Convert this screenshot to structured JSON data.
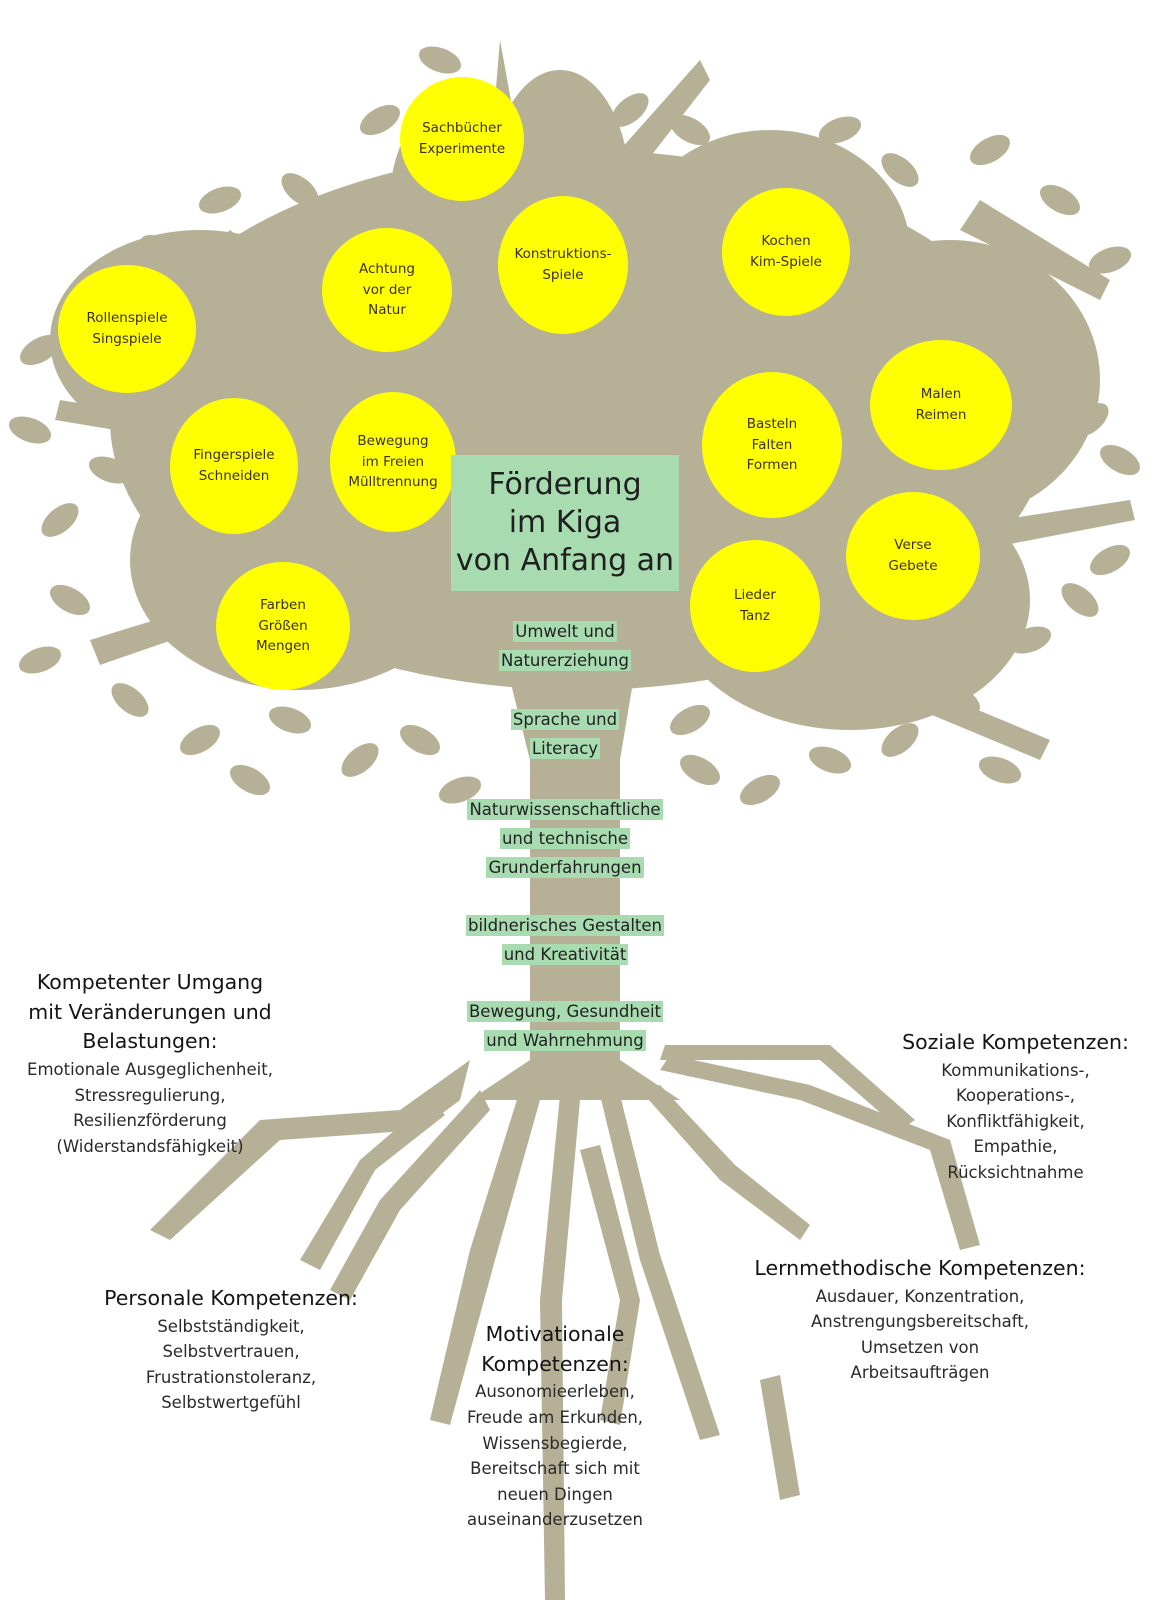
{
  "colors": {
    "tree": "#b6b196",
    "leaf_blob": "#ffff00",
    "highlight": "#a8dcb0"
  },
  "title": "Förderung\nim Kiga\nvon Anfang an",
  "blobs": [
    {
      "id": "sachbuecher",
      "text": "Sachbücher\nExperimente"
    },
    {
      "id": "konstruktion",
      "text": "Konstruktions-\nSpiele"
    },
    {
      "id": "kochen",
      "text": "Kochen\nKim-Spiele"
    },
    {
      "id": "achtung",
      "text": "Achtung\nvor der\nNatur"
    },
    {
      "id": "rollenspiele",
      "text": "Rollenspiele\nSingspiele"
    },
    {
      "id": "fingerspiele",
      "text": "Fingerspiele\nSchneiden"
    },
    {
      "id": "bewegung",
      "text": "Bewegung\nim Freien\nMülltrennung"
    },
    {
      "id": "basteln",
      "text": "Basteln\nFalten\nFormen"
    },
    {
      "id": "malen",
      "text": "Malen\nReimen"
    },
    {
      "id": "verse",
      "text": "Verse\nGebete"
    },
    {
      "id": "lieder",
      "text": "Lieder\nTanz"
    },
    {
      "id": "farben",
      "text": "Farben\nGrößen\nMengen"
    }
  ],
  "trunk_labels": [
    [
      "Umwelt und",
      "Naturerziehung"
    ],
    [
      "Sprache und",
      "Literacy"
    ],
    [
      "Naturwissenschaftliche",
      "und technische",
      "Grunderfahrungen"
    ],
    [
      "bildnerisches Gestalten",
      "und Kreativität"
    ],
    [
      "Bewegung, Gesundheit",
      "und Wahrnehmung"
    ]
  ],
  "roots": {
    "umgang": {
      "heading": "Kompetenter Umgang\nmit Veränderungen und\nBelastungen:",
      "body": "Emotionale Ausgeglichenheit,\nStressregulierung,\nResilienzförderung\n(Widerstandsfähigkeit)"
    },
    "sozial": {
      "heading": "Soziale Kompetenzen:",
      "body": "Kommunikations-,\nKooperations-,\nKonfliktfähigkeit,\nEmpathie,\nRücksichtnahme"
    },
    "personal": {
      "heading": "Personale Kompetenzen:",
      "body": "Selbstständigkeit,\nSelbstvertrauen,\nFrustrationstoleranz,\nSelbstwertgefühl"
    },
    "lernmethodisch": {
      "heading": "Lernmethodische Kompetenzen:",
      "body": "Ausdauer, Konzentration,\nAnstrengungsbereitschaft,\nUmsetzen von\nArbeitsaufträgen"
    },
    "motivational": {
      "heading": "Motivationale\nKompetenzen:",
      "body": "Ausonomieerleben,\nFreude am Erkunden,\nWissensbegierde,\nBereitschaft sich mit\nneuen Dingen\nauseinanderzusetzen"
    }
  }
}
